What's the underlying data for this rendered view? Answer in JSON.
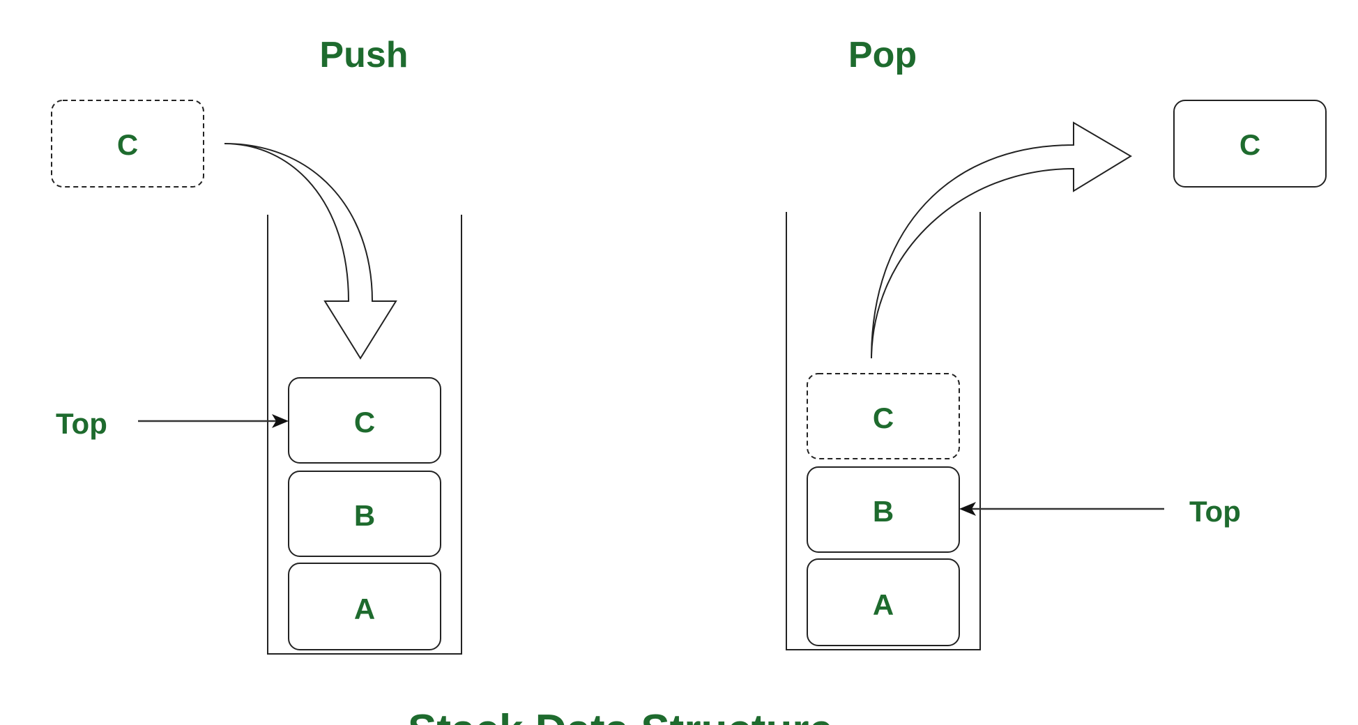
{
  "push": {
    "title": "Push",
    "incoming_label": "C",
    "stack": [
      "C",
      "B",
      "A"
    ],
    "top_label": "Top"
  },
  "pop": {
    "title": "Pop",
    "outgoing_label": "C",
    "stack": [
      "C",
      "B",
      "A"
    ],
    "top_label": "Top"
  },
  "caption": "Stack Data Structure",
  "colors": {
    "text": "#1e6b2e",
    "stroke": "#222222"
  }
}
